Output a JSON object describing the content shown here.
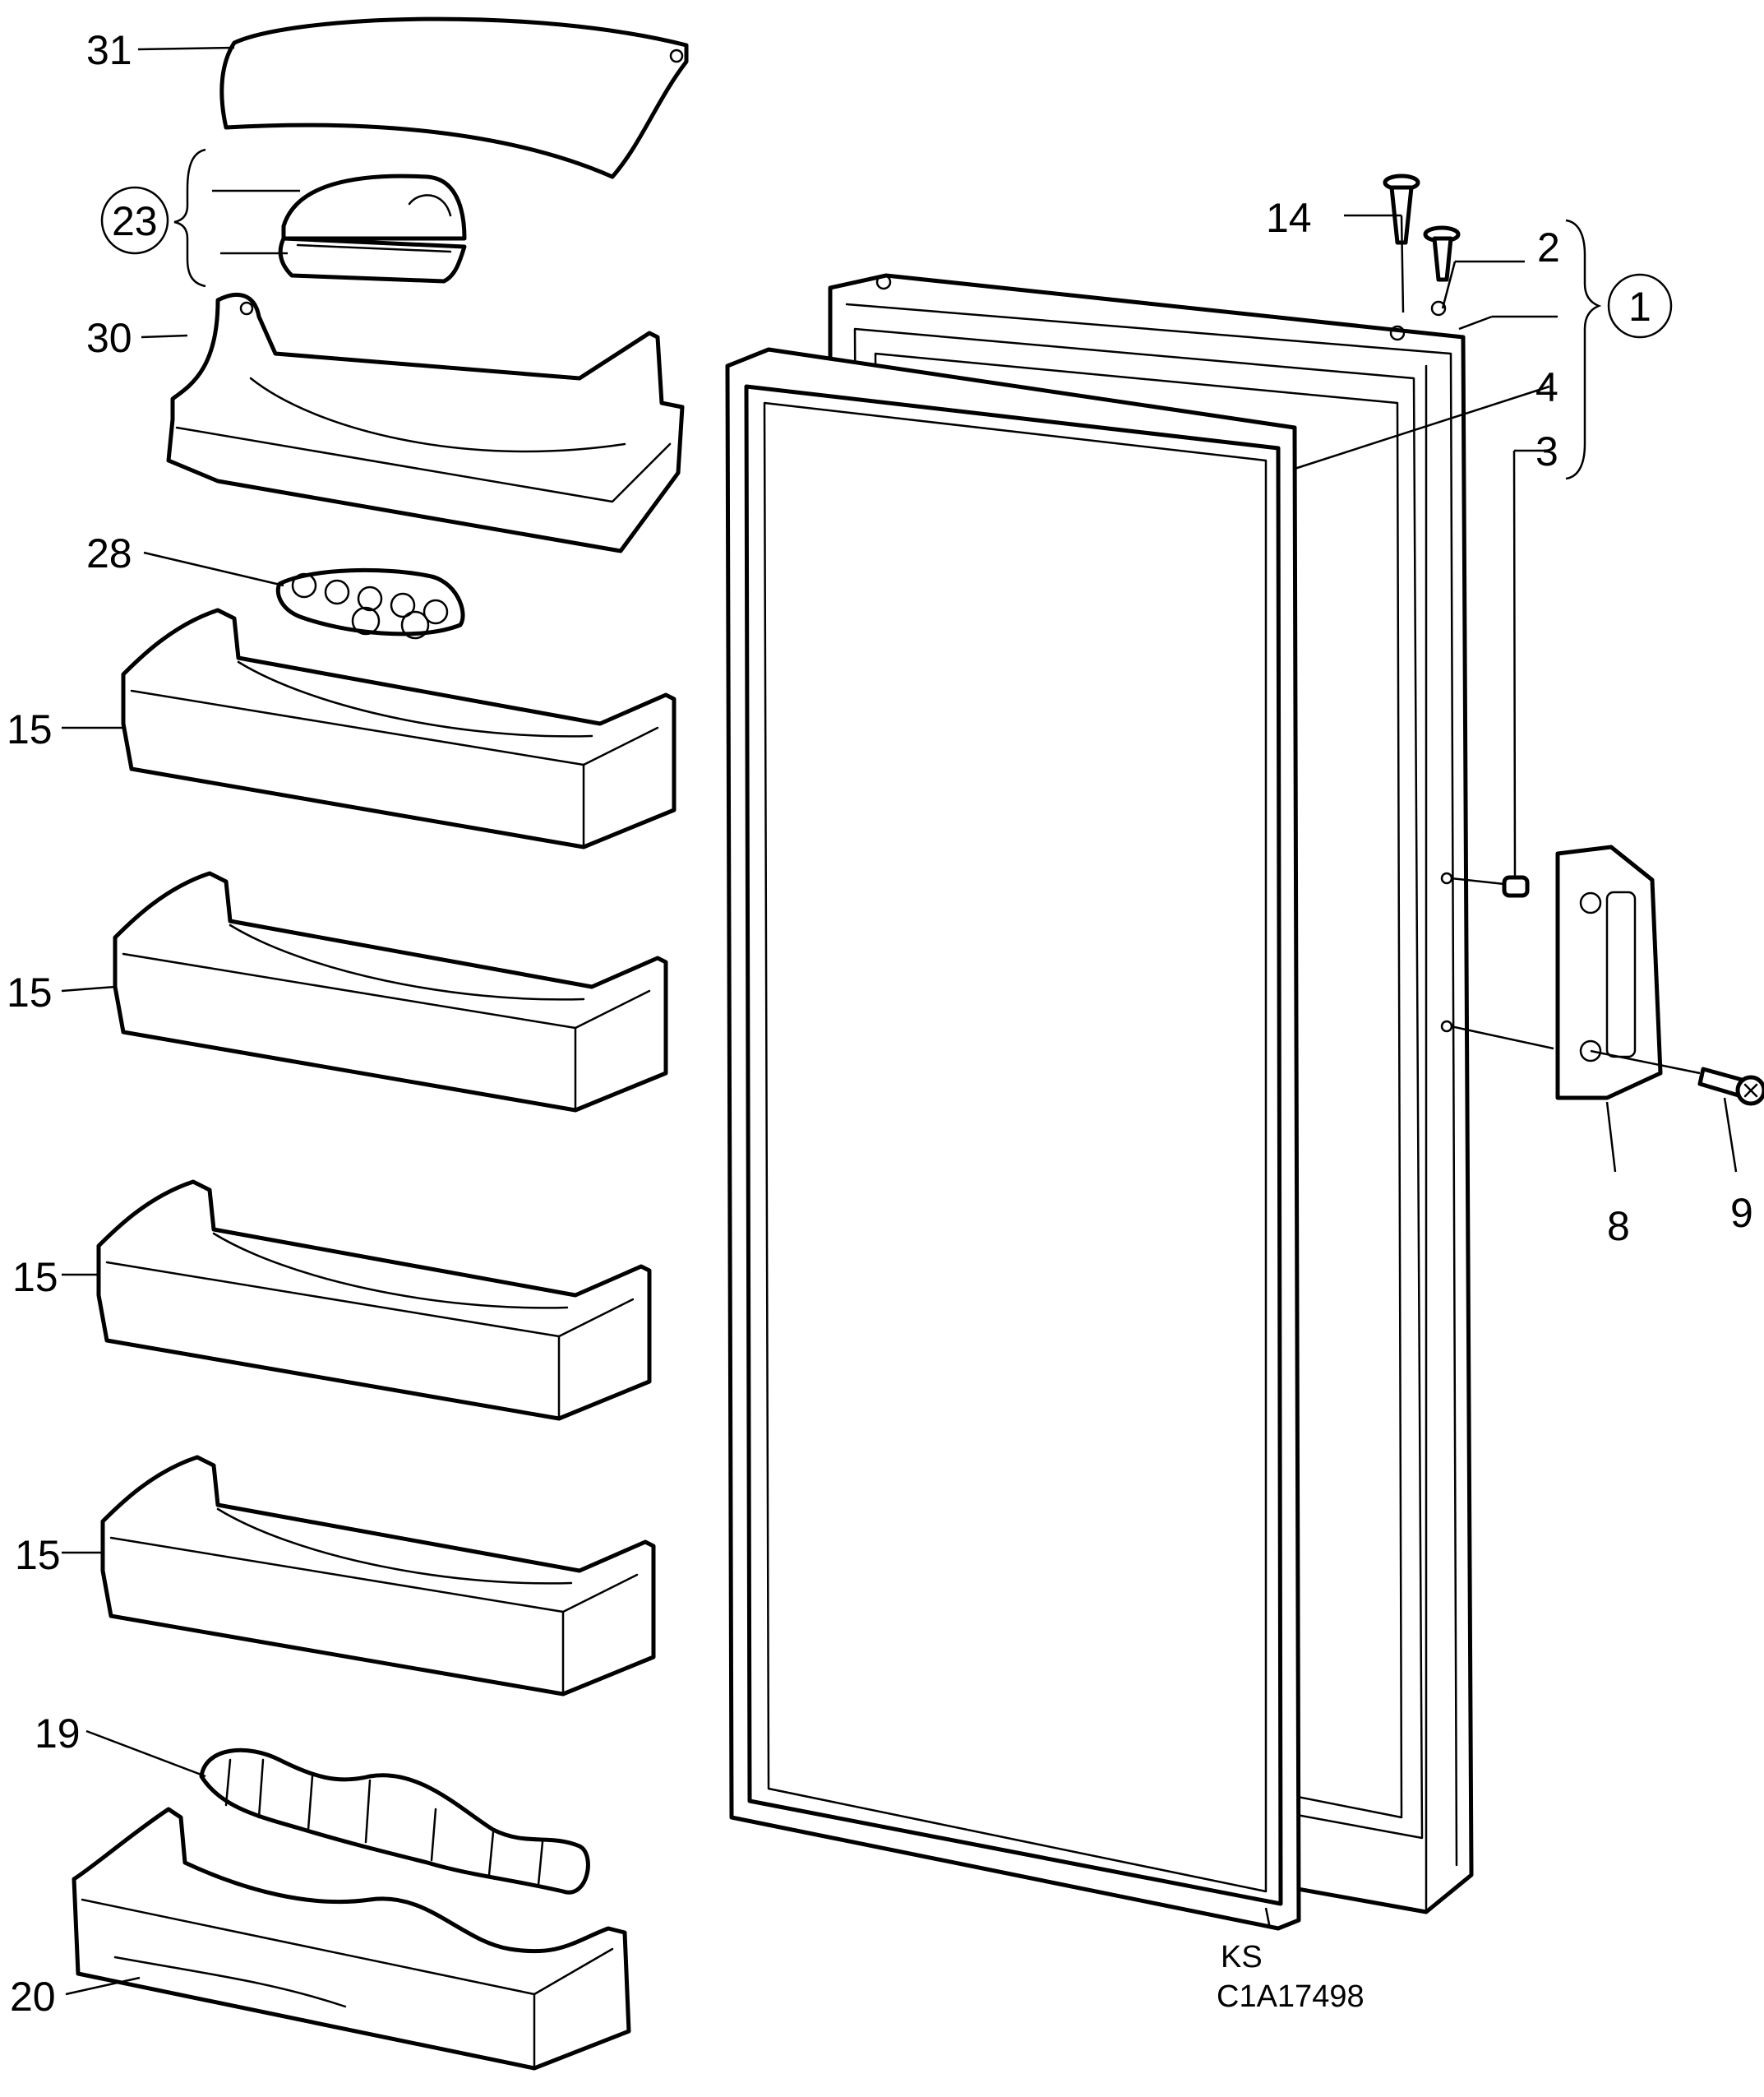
{
  "labels": {
    "l31": "31",
    "l23": "23",
    "l30": "30",
    "l28": "28",
    "l15a": "15",
    "l15b": "15",
    "l15c": "15",
    "l15d": "15",
    "l19": "19",
    "l20": "20",
    "l14": "14",
    "l2": "2",
    "l1": "1",
    "l4": "4",
    "l3": "3",
    "l8": "8",
    "l9": "9"
  },
  "drawing_code": {
    "line1": "KS",
    "line2": "C1A17498"
  },
  "colors": {
    "ink": "#000000",
    "paper": "#ffffff"
  }
}
